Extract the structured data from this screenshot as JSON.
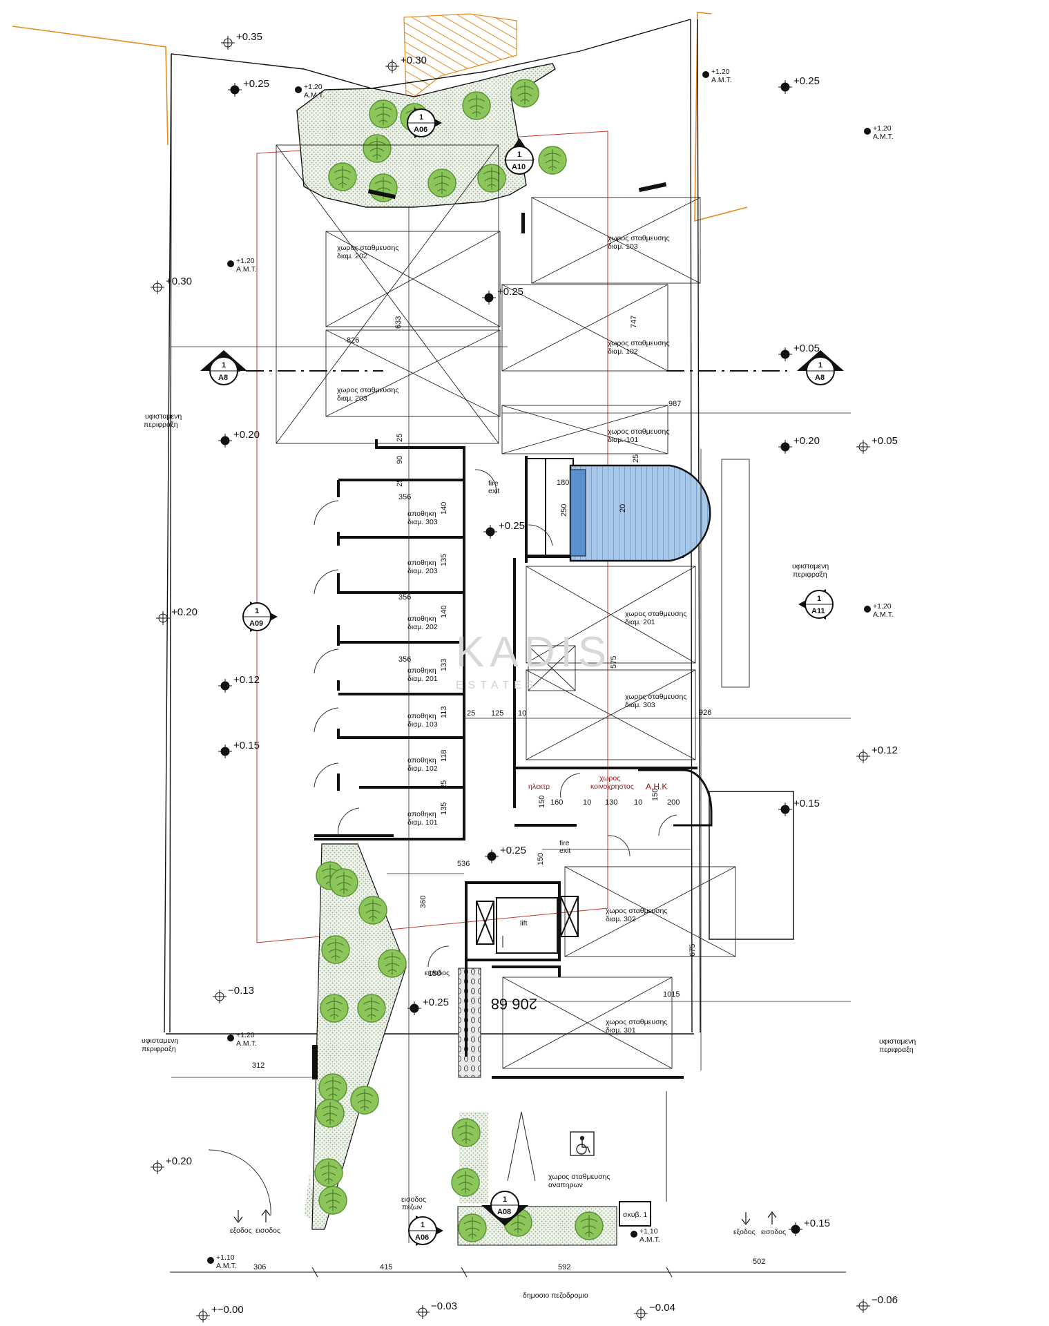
{
  "watermark": {
    "brand": "KADIS",
    "sub": "ESTATES"
  },
  "levels": {
    "l_035": "+0.35",
    "l_030_top": "+0.30",
    "l_025_tl": "+0.25",
    "l_025_tr": "+0.25",
    "l_030_left": "+0.30",
    "l_025_mid": "+0.25",
    "l_005_r": "+0.05",
    "l_020_left": "+0.20",
    "l_020_r": "+0.20",
    "l_005_rr": "+0.05",
    "l_025_fire": "+0.25",
    "l_020_mid": "+0.20",
    "l_012_left": "+0.12",
    "l_015_left": "+0.15",
    "l_012_r": "+0.12",
    "l_015_r": "+0.15",
    "l_025_bot": "+0.25",
    "l_025_ent": "+0.25",
    "l_013": "−0.13",
    "l_020_bl": "+0.20",
    "l_015_br": "+0.15",
    "l_000": "+−0.00",
    "l_003": "−0.03",
    "l_004": "−0.04",
    "l_006": "−0.06"
  },
  "amt_levels": {
    "a1": "+1.20",
    "a2": "+1.20",
    "a3": "+1.20",
    "a4": "+1.20",
    "a5": "+1.20",
    "a6": "+1.20",
    "a7": "+1.10",
    "a8": "+1.10",
    "amt_label": "Α.Μ.Τ."
  },
  "sections": {
    "a06_top": {
      "num": "1",
      "ref": "A06"
    },
    "a10": {
      "num": "1",
      "ref": "A10"
    },
    "a8_left": {
      "num": "1",
      "ref": "A8"
    },
    "a8_right": {
      "num": "1",
      "ref": "A8"
    },
    "a09": {
      "num": "1",
      "ref": "A09"
    },
    "a11": {
      "num": "1",
      "ref": "A11"
    },
    "a06_bot": {
      "num": "1",
      "ref": "A06"
    },
    "a08": {
      "num": "1",
      "ref": "A08"
    }
  },
  "parking": {
    "p202": {
      "name": "χωρος σταθμευσης",
      "unit": "διαμ. 202"
    },
    "p103": {
      "name": "χωρος σταθμευσης",
      "unit": "διαμ. 103"
    },
    "p102": {
      "name": "χωρος σταθμευσης",
      "unit": "διαμ. 102"
    },
    "p203": {
      "name": "χωρος σταθμευσης",
      "unit": "διαμ. 203"
    },
    "p101": {
      "name": "χωρος σταθμευσης",
      "unit": "διαμ.-101"
    },
    "p201": {
      "name": "χωρος σταθμευσης",
      "unit": "διαμ. 201"
    },
    "p303": {
      "name": "χωρος σταθμευσης",
      "unit": "διαμ. 303"
    },
    "p302": {
      "name": "χωρος σταθμευσης",
      "unit": "διαμ. 302"
    },
    "p301": {
      "name": "χωρος σταθμευσης",
      "unit": "διαμ. 301"
    },
    "disabled": {
      "name": "χωρος σταθμευσης",
      "unit": "αναπηρων"
    }
  },
  "storage": {
    "s303": {
      "name": "αποθηκη",
      "unit": "διαμ. 303"
    },
    "s203": {
      "name": "αποθηκη",
      "unit": "διαμ. 203"
    },
    "s202": {
      "name": "αποθηκη",
      "unit": "διαμ. 202"
    },
    "s201": {
      "name": "αποθηκη",
      "unit": "διαμ. 201"
    },
    "s103": {
      "name": "αποθηκη",
      "unit": "διαμ. 103"
    },
    "s102": {
      "name": "αποθηκη",
      "unit": "διαμ. 102"
    },
    "s101": {
      "name": "αποθηκη",
      "unit": "διαμ. 101"
    }
  },
  "labels": {
    "fence_left_top": [
      "υφισταμενη",
      "περιφραξη"
    ],
    "fence_right_top": [
      "υφισταμενη",
      "περιφραξη"
    ],
    "fence_left_bot": [
      "υφισταμενη",
      "περιφραξη"
    ],
    "fence_right_bot": [
      "υφισταμενη",
      "περιφραξη"
    ],
    "fire_exit_top": [
      "fire",
      "exit"
    ],
    "fire_exit_bot": [
      "fire",
      "exit"
    ],
    "lift": "lift",
    "electric": "ηλεκτρ",
    "common_room": [
      "χωρος",
      "κοινοχρηστος"
    ],
    "ahk": "Α.Η.Κ",
    "entrance": "εισοδος",
    "ped_entrance": [
      "εισοδος",
      "πεζων"
    ],
    "exit_left": "εξοδος",
    "entry_left": "εισοδος",
    "exit_right": "εξοδος",
    "entry_right": "εισοδος",
    "skyb": "σκυβ. 1",
    "sidewalk": "δημοσιο πεζοδρομιο",
    "address_number": "206 68"
  },
  "dimensions": {
    "d826": "826",
    "d633": "633",
    "d747": "747",
    "d987": "987",
    "d25a": "25",
    "d90": "90",
    "d25b": "25",
    "d356a": "356",
    "d25c": "25",
    "d140a": "140",
    "d135a": "135",
    "d356b": "356",
    "d140b": "140",
    "d356c": "356",
    "d133": "133",
    "d113": "113",
    "d25d": "25",
    "d125": "125",
    "d10a": "10",
    "d926": "926",
    "d118": "118",
    "d25e": "25",
    "d135b": "135",
    "d180": "180",
    "d250": "250",
    "d20": "20",
    "d575": "575",
    "d150a": "150",
    "d160": "160",
    "d10b": "10",
    "d130": "130",
    "d10c": "10",
    "d150b": "150",
    "d200": "200",
    "d536": "536",
    "d150c": "150",
    "d360": "360",
    "d150d": "150",
    "d675": "675",
    "d1015": "1015",
    "d312": "312",
    "d306": "306",
    "d415": "415",
    "d592": "592",
    "d502": "502"
  }
}
